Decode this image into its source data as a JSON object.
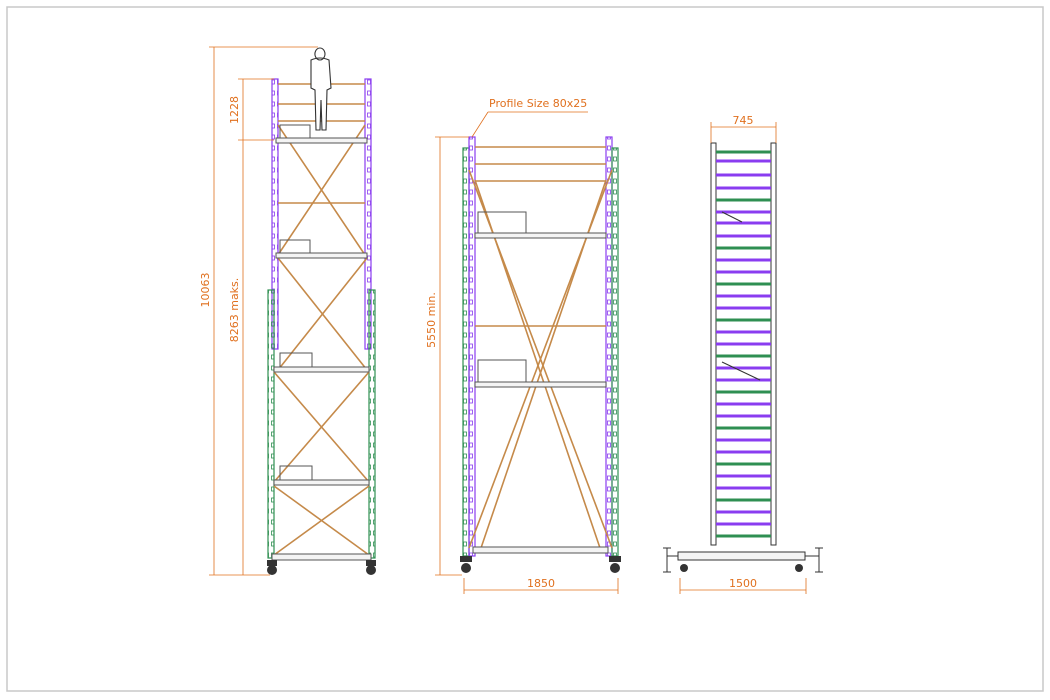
{
  "labels": {
    "dim_total_height": "10063",
    "dim_top_section": "1228",
    "dim_platform_height": "8263 maks.",
    "dim_middle_height": "5550 min.",
    "dim_middle_width": "1850",
    "dim_side_top_width": "745",
    "dim_side_base_width": "1500",
    "profile_note": "Profile Size 80x25"
  },
  "colors": {
    "frame_border": "#c8c8c8",
    "dimension": "#e0701e",
    "purple_frame": "#8a3cf0",
    "green_frame": "#2f8f52",
    "brace": "#c58a4a",
    "platform": "#555555",
    "figure": "#333333"
  }
}
